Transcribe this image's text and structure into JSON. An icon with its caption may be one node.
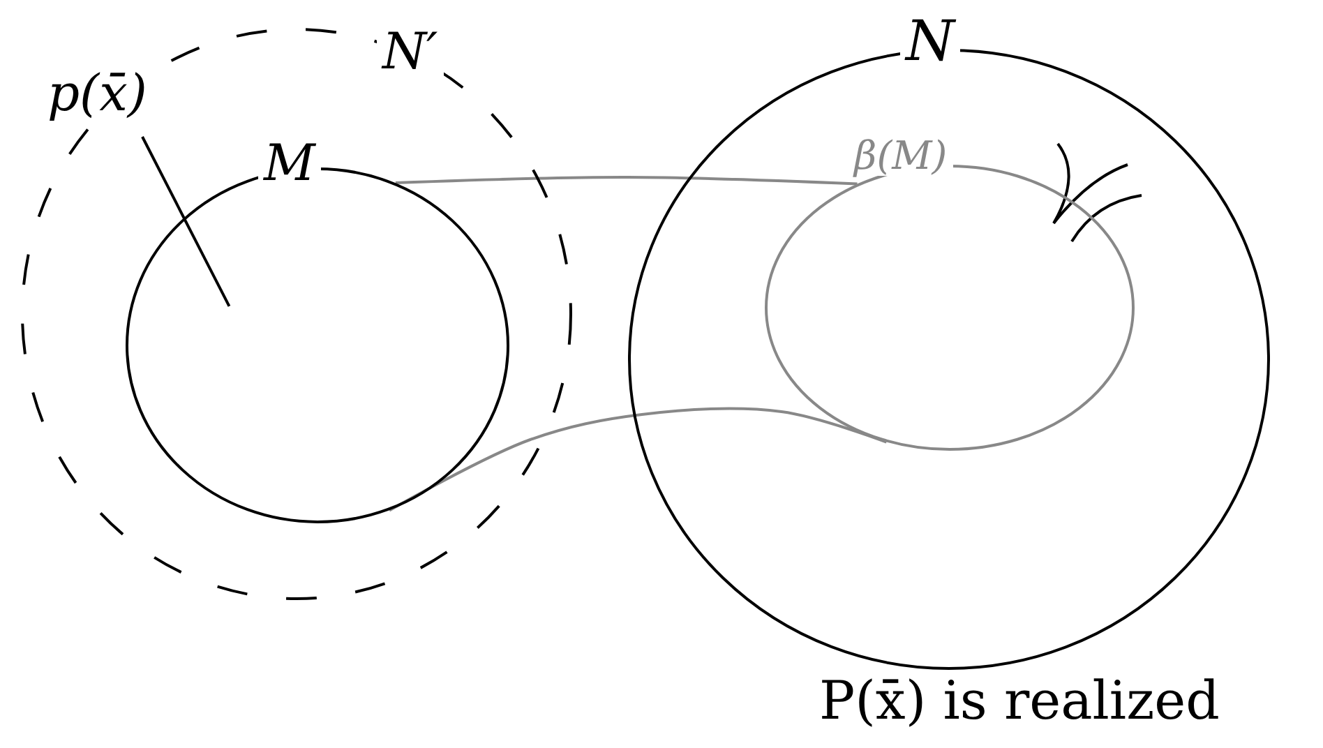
{
  "diagram": {
    "nodes": [
      {
        "text": [
          "N′"
        ]
      },
      {
        "text": [
          "M"
        ],
        "in": 0
      },
      {
        "text": [
          "N"
        ],
        "beside": [
          "P(x̄) is realized"
        ]
      },
      {
        "text": [
          "β(M)"
        ],
        "in": 2
      },
      {
        "text": [
          "p(x̄)"
        ],
        "in": 0
      }
    ],
    "edges": [
      {
        "from": 1,
        "to": 3,
        "arrow": "none",
        "color": "#888888"
      },
      {
        "from": 1,
        "to": 3,
        "arrow": "none",
        "color": "#888888"
      },
      {
        "from": 4,
        "to": 1,
        "arrow": "none",
        "color": "#000000"
      }
    ]
  }
}
